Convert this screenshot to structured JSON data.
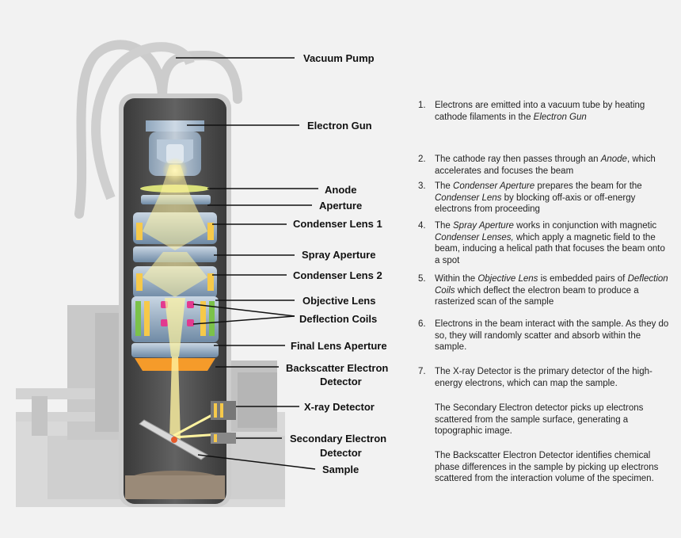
{
  "labels": {
    "vacuum_pump": "Vacuum Pump",
    "electron_gun": "Electron Gun",
    "anode": "Anode",
    "aperture": "Aperture",
    "condenser_lens_1": "Condenser Lens 1",
    "spray_aperture": "Spray Aperture",
    "condenser_lens_2": "Condenser Lens 2",
    "objective_lens": "Objective Lens",
    "deflection_coils": "Deflection Coils",
    "final_lens_aperture": "Final Lens Aperture",
    "backscatter_line1": "Backscatter Electron",
    "backscatter_line2": "Detector",
    "xray_detector": "X-ray Detector",
    "secondary_line1": "Secondary Electron",
    "secondary_line2": "Detector",
    "sample": "Sample"
  },
  "steps": [
    {
      "num": "1.",
      "parts": [
        {
          "t": "Electrons are emitted into a vacuum tube by heating cathode filaments in the "
        },
        {
          "t": "Electron Gun",
          "i": true
        }
      ]
    },
    {
      "num": "2.",
      "parts": [
        {
          "t": "The cathode ray then passes through an "
        },
        {
          "t": "Anode",
          "i": true
        },
        {
          "t": ", which accelerates and focuses the beam"
        }
      ]
    },
    {
      "num": "3.",
      "parts": [
        {
          "t": "The "
        },
        {
          "t": "Condenser Aperture",
          "i": true
        },
        {
          "t": " prepares the beam for the "
        },
        {
          "t": "Condenser Lens",
          "i": true
        },
        {
          "t": " by blocking off-axis or off-energy electrons from proceeding"
        }
      ]
    },
    {
      "num": "4.",
      "parts": [
        {
          "t": "The "
        },
        {
          "t": "Spray Aperture",
          "i": true
        },
        {
          "t": " works in conjunction with magnetic "
        },
        {
          "t": "Condenser Lenses,",
          "i": true
        },
        {
          "t": " which apply a magnetic field to the beam, inducing a helical path that focuses the beam onto a spot"
        }
      ]
    },
    {
      "num": "5.",
      "parts": [
        {
          "t": "Within the "
        },
        {
          "t": "Objective Lens",
          "i": true
        },
        {
          "t": " is embedded pairs of "
        },
        {
          "t": "Deflection Coils",
          "i": true
        },
        {
          "t": " which deflect the electron beam to produce a rasterized scan of the sample"
        }
      ]
    },
    {
      "num": "6.",
      "parts": [
        {
          "t": "Electrons in the beam interact with the sample. As they do so, they will randomly scatter and absorb within the sample."
        }
      ]
    },
    {
      "num": "7.",
      "parts": [
        {
          "t": "The X-ray Detector is the primary detector of the high-energy electrons, which can map the sample."
        }
      ]
    },
    {
      "num": "",
      "parts": [
        {
          "t": "The Secondary Electron detector picks up electrons scattered from the sample surface, generating a topographic image."
        }
      ]
    },
    {
      "num": "",
      "parts": [
        {
          "t": "The Backscatter Electron Detector identifies chemical phase differences in the sample by picking up electrons scattered from the interaction volume of the specimen."
        }
      ]
    }
  ],
  "colors": {
    "background": "#f2f2f2",
    "housing": "#d6d6d6",
    "column": "#555555",
    "beam": "#fff3a0",
    "lens_plate": "#9db3c9",
    "coil_yellow": "#f6c94a",
    "coil_green": "#7bc24a",
    "coil_pink": "#e23a8f",
    "backscatter": "#f59b2a"
  }
}
